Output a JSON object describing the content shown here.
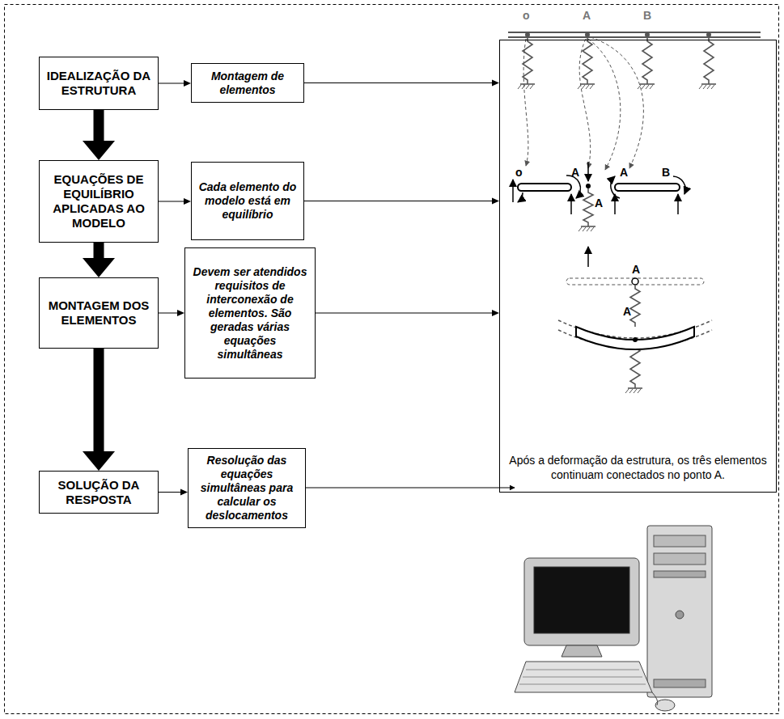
{
  "diagram": {
    "nodes": [
      {
        "text": [
          "IDEALIZAÇÃO DA ESTRUTURA"
        ]
      },
      {
        "text": [
          "EQUAÇÕES DE EQUILÍBRIO APLICADAS AO MODELO"
        ]
      },
      {
        "text": [
          "MONTAGEM DOS ELEMENTOS"
        ]
      },
      {
        "text": [
          "SOLUÇÃO DA RESPOSTA"
        ]
      },
      {
        "text": [
          "Montagem de elementos"
        ]
      },
      {
        "text": [
          "Cada elemento do modelo está em equilíbrio"
        ]
      },
      {
        "text": [
          "Devem ser atendidos requisitos de interconexão de elementos. São geradas várias equações simultâneas"
        ]
      },
      {
        "text": [
          "Resolução das equações simultâneas para calcular os deslocamentos"
        ]
      },
      {
        "text": [
          "Após a deformação da estrutura, os três elementos continuam conectados no ponto A."
        ]
      }
    ],
    "edges": [
      {
        "from": 0,
        "to": 1,
        "arrow": "to"
      },
      {
        "from": 1,
        "to": 2,
        "arrow": "to"
      },
      {
        "from": 2,
        "to": 3,
        "arrow": "to"
      },
      {
        "from": 0,
        "to": 4,
        "arrow": "to"
      },
      {
        "from": 1,
        "to": 5,
        "arrow": "to"
      },
      {
        "from": 2,
        "to": 6,
        "arrow": "to"
      },
      {
        "from": 3,
        "to": 7,
        "arrow": "to"
      },
      {
        "from": 4,
        "to": 8,
        "arrow": "to"
      },
      {
        "from": 5,
        "to": 8,
        "arrow": "to"
      },
      {
        "from": 6,
        "to": 8,
        "arrow": "to"
      }
    ],
    "labels": [
      "o",
      "A",
      "B",
      "o",
      "A",
      "A",
      "A",
      "B",
      "A",
      "A"
    ]
  }
}
